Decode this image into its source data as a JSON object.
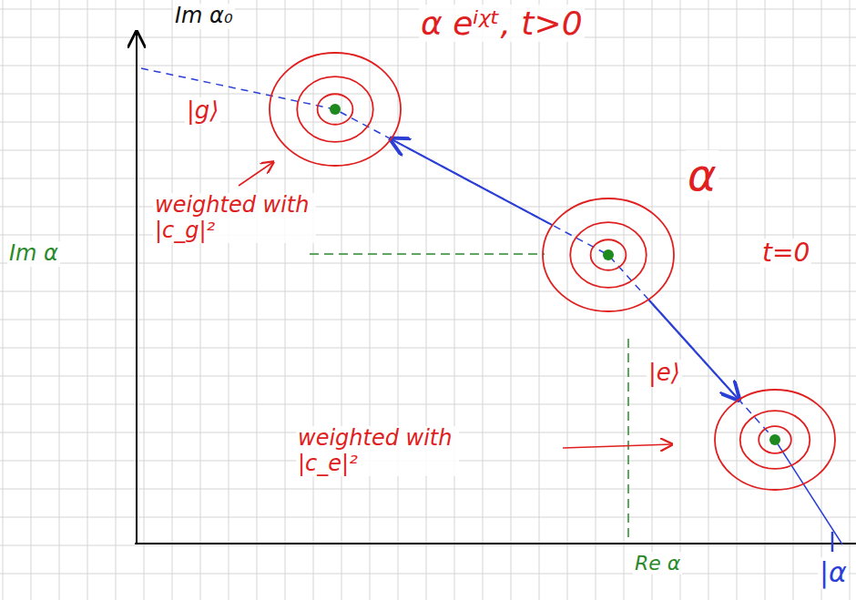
{
  "diagram": {
    "nodes": [
      {
        "text": [
          "α eⁱᵡᵗ, t>0",
          "|g⟩"
        ]
      },
      {
        "text": [
          "α",
          "t=0"
        ]
      },
      {
        "text": [
          "|e⟩"
        ]
      }
    ],
    "edges": [
      {
        "from": 1,
        "to": 0,
        "arrow": "to"
      },
      {
        "from": 1,
        "to": 2,
        "arrow": "to"
      }
    ],
    "labels": [
      "Im α₀",
      "weighted with |c_g|²",
      "Im α",
      "weighted with |c_e|²",
      "Re α",
      "|α"
    ]
  }
}
